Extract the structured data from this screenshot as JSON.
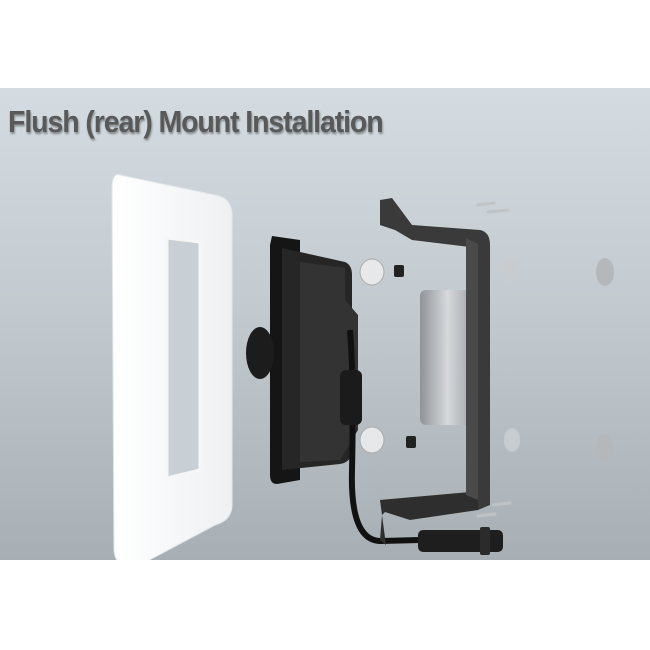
{
  "title": "Flush (rear) Mount Installation",
  "colors": {
    "background_top": "#d4dce1",
    "background_bottom": "#a7afb5",
    "title": "#595959"
  },
  "parts": [
    "wall-plate",
    "display-unit",
    "cable-connector",
    "spacers",
    "nuts",
    "bracket",
    "screws",
    "wing-bolts"
  ]
}
